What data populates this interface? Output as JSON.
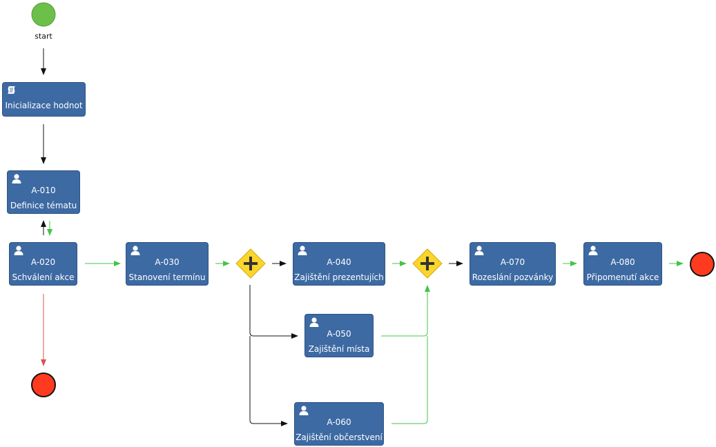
{
  "start": {
    "label": "start"
  },
  "tasks": {
    "init": {
      "name": "Inicializace hodnot",
      "icon": "script-icon"
    },
    "a010": {
      "code": "A-010",
      "name": "Definice tématu",
      "icon": "user-icon"
    },
    "a020": {
      "code": "A-020",
      "name": "Schválení akce",
      "icon": "user-icon"
    },
    "a030": {
      "code": "A-030",
      "name": "Stanovení termínu",
      "icon": "user-icon"
    },
    "a040": {
      "code": "A-040",
      "name": "Zajištění prezentujích",
      "icon": "user-icon"
    },
    "a050": {
      "code": "A-050",
      "name": "Zajištění místa",
      "icon": "user-icon"
    },
    "a060": {
      "code": "A-060",
      "name": "Zajištění občerstvení",
      "icon": "user-icon"
    },
    "a070": {
      "code": "A-070",
      "name": "Rozeslání pozvánky",
      "icon": "user-icon"
    },
    "a080": {
      "code": "A-080",
      "name": "Připomenutí akce",
      "icon": "user-icon"
    }
  },
  "colors": {
    "task_fill": "#3d6aa3",
    "start_fill": "#6cc04a",
    "end_fill": "#ff3b1f",
    "gateway_fill": "#fbd52c",
    "flow_default": "#111111",
    "flow_taken": "#44c447",
    "flow_rejected": "#d9534f"
  }
}
